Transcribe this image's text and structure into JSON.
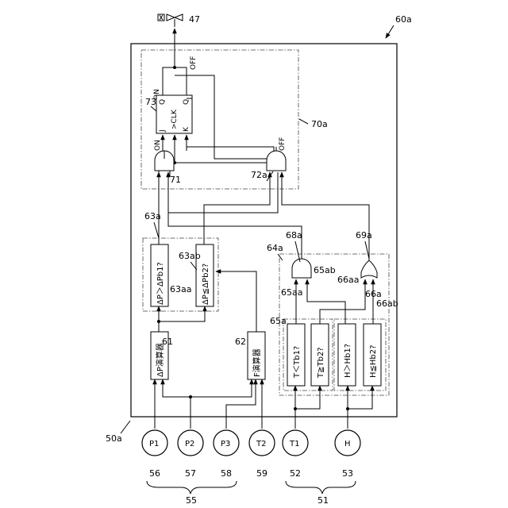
{
  "refs": {
    "r60a": "60a",
    "r50a": "50a",
    "r47": "47",
    "r70a": "70a",
    "r73": "73",
    "r71": "71",
    "r72a": "72a",
    "r63a": "63a",
    "r63ab": "63ab",
    "r63aa": "63aa",
    "r64a": "64a",
    "r68a": "68a",
    "r69a": "69a",
    "r65ab": "65ab",
    "r66aa": "66aa",
    "r65aa": "65aa",
    "r66a": "66a",
    "r66ab": "66ab",
    "r65a": "65a",
    "r61": "61",
    "r62": "62",
    "r56": "56",
    "r57": "57",
    "r58": "58",
    "r59": "59",
    "r52": "52",
    "r53": "53",
    "r55": "55",
    "r51": "51"
  },
  "blocks": {
    "dp_calc": "ΔP演算器",
    "f_calc": "F演算器",
    "dp_gt_pb1": "ΔP＞ΔPb1?",
    "dp_le_pb2": "ΔP≦ΔPb2?",
    "t_lt_tb1": "T＜Tb1?",
    "t_ge_tb2": "T≧Tb2?",
    "h_gt_hb1": "H＞Hb1?",
    "h_le_hb2": "H≦Hb2?"
  },
  "flipflop": {
    "j": "J",
    "k": "K",
    "clk": ">CLK",
    "q": "Q",
    "qbar": "Q"
  },
  "signals": {
    "on_top": "ON",
    "off_top": "OFF",
    "on_gate": "ON",
    "off_gate": "OFF"
  },
  "sensors": {
    "p1": "P1",
    "p2": "P2",
    "p3": "P3",
    "t2": "T2",
    "t1": "T1",
    "h": "H"
  }
}
